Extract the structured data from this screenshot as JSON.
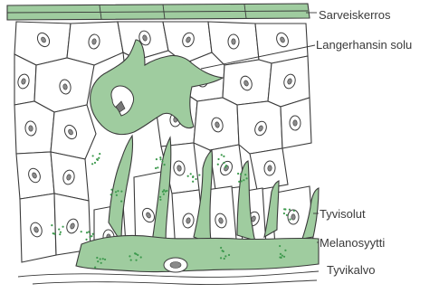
{
  "labels": {
    "stratum_corneum": "Sarveiskerros",
    "langerhans_cell": "Langerhansin solu",
    "basal_cells": "Tyvisolut",
    "melanocyte": "Melanosyytti",
    "basement_membrane": "Tyvikalvo"
  },
  "colors": {
    "green_fill": "#9fcc9f",
    "line": "#3a3a3a",
    "melanin_dots": "#3e9a4e",
    "nucleus_core": "#8a8a8a",
    "background": "#ffffff"
  }
}
